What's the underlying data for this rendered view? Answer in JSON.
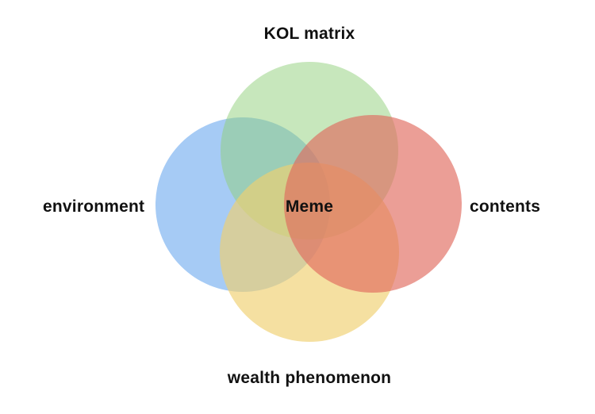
{
  "diagram": {
    "type": "venn",
    "center_label": "Meme",
    "sets": [
      {
        "id": "environment",
        "label": "environment",
        "color": "#a6cbf5",
        "position": "left"
      },
      {
        "id": "kol",
        "label": "KOL matrix",
        "color": "#c4e7a6",
        "position": "top"
      },
      {
        "id": "wealth",
        "label": "wealth phenomenon",
        "color": "#f5de9c",
        "position": "bottom"
      },
      {
        "id": "contents",
        "label": "contents",
        "color": "#eb9c93",
        "position": "right"
      }
    ]
  },
  "labels": {
    "top": "KOL matrix",
    "left": "environment",
    "right": "contents",
    "bottom": "wealth phenomenon",
    "center": "Meme"
  },
  "colors": {
    "environment": "#a6cbf5",
    "kol": "#c4e7a6",
    "wealth": "#f5de9c",
    "contents": "#eb9c93"
  }
}
